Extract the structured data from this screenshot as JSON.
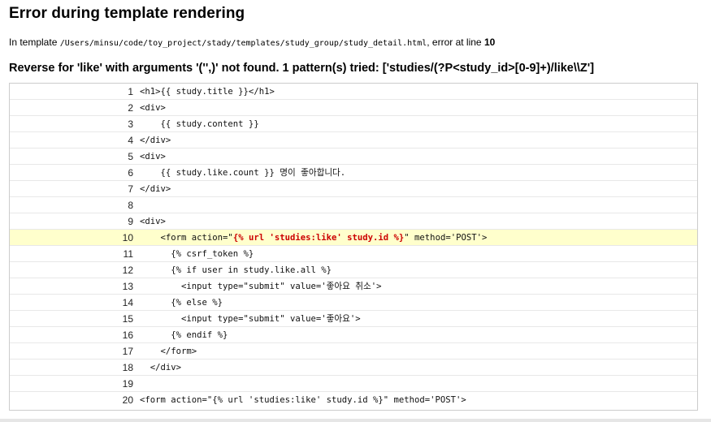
{
  "header": {
    "title": "Error during template rendering"
  },
  "template_info": {
    "prefix": "In template ",
    "path": "/Users/minsu/code/toy_project/stady/templates/study_group/study_detail.html",
    "middle": ", error at line ",
    "line": "10"
  },
  "error_message": "Reverse for 'like' with arguments '('',)' not found. 1 pattern(s) tried: ['studies/(?P<study_id>[0-9]+)/like\\\\Z']",
  "source": {
    "highlight_line": 10,
    "rows": [
      {
        "num": "1",
        "code": "<h1>{{ study.title }}</h1>"
      },
      {
        "num": "2",
        "code": "<div>"
      },
      {
        "num": "3",
        "code": "    {{ study.content }}"
      },
      {
        "num": "4",
        "code": "</div>"
      },
      {
        "num": "5",
        "code": "<div>"
      },
      {
        "num": "6",
        "code": "    {{ study.like.count }} 명이 좋아합니다."
      },
      {
        "num": "7",
        "code": "</div>"
      },
      {
        "num": "8",
        "code": ""
      },
      {
        "num": "9",
        "code": "<div>"
      },
      {
        "num": "10",
        "code_before": "    <form action=\"",
        "code_error": "{% url 'studies:like' study.id %}",
        "code_after": "\" method='POST'>"
      },
      {
        "num": "11",
        "code": "      {% csrf_token %}"
      },
      {
        "num": "12",
        "code": "      {% if user in study.like.all %}"
      },
      {
        "num": "13",
        "code": "        <input type=\"submit\" value='좋아요 취소'>"
      },
      {
        "num": "14",
        "code": "      {% else %}"
      },
      {
        "num": "15",
        "code": "        <input type=\"submit\" value='좋아요'>"
      },
      {
        "num": "16",
        "code": "      {% endif %}"
      },
      {
        "num": "17",
        "code": "    </form>"
      },
      {
        "num": "18",
        "code": "  </div>"
      },
      {
        "num": "19",
        "code": ""
      },
      {
        "num": "20",
        "code": "<form action=\"{% url 'studies:like' study.id %}\" method='POST'>"
      }
    ]
  }
}
